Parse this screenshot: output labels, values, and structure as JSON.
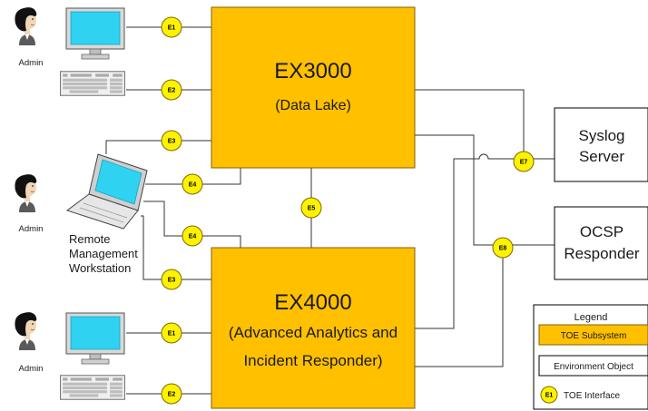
{
  "colors": {
    "toe_fill": "#FFC000",
    "toe_stroke": "#7f6000",
    "badge_fill": "#FFF200",
    "badge_stroke": "#7a6a00",
    "line": "#333333",
    "box_stroke": "#000000"
  },
  "icons": {
    "admin": "person-icon",
    "monitor": "monitor-icon",
    "keyboard": "keyboard-icon",
    "laptop": "laptop-icon"
  },
  "admins": {
    "top": "Admin",
    "middle": "Admin",
    "bottom": "Admin"
  },
  "workstation": {
    "line1": "Remote",
    "line2": "Management",
    "line3": "Workstation"
  },
  "ex3000": {
    "name": "EX3000",
    "subtitle": "(Data Lake)"
  },
  "ex4000": {
    "name": "EX4000",
    "subtitle1": "(Advanced Analytics and",
    "subtitle2": "Incident Responder)"
  },
  "syslog": {
    "line1": "Syslog",
    "line2": "Server"
  },
  "ocsp": {
    "line1": "OCSP",
    "line2": "Responder"
  },
  "interfaces": {
    "e1_top": "E1",
    "e2_top": "E2",
    "e3_top": "E3",
    "e4_top": "E4",
    "e5": "E5",
    "e4_bottom": "E4",
    "e3_bottom": "E3",
    "e1_bottom": "E1",
    "e2_bottom": "E2",
    "e7": "E7",
    "e8": "E8"
  },
  "legend": {
    "title": "Legend",
    "toe": "TOE Subsystem",
    "env": "Environment Object",
    "iface_badge": "E1",
    "iface": "TOE Interface"
  }
}
